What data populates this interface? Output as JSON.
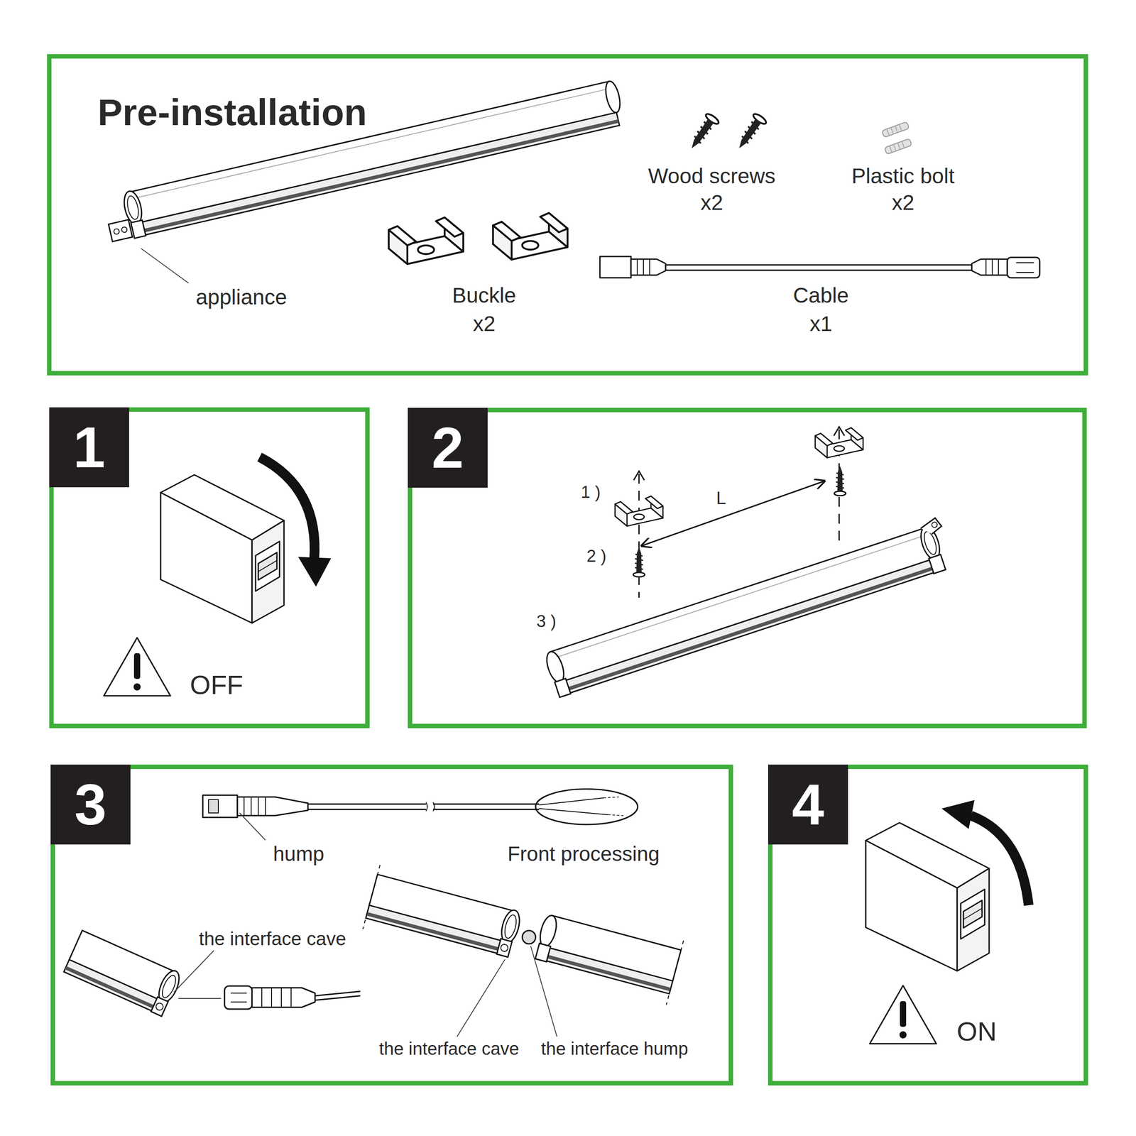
{
  "diagram": {
    "nodes": [
      {
        "text": [
          "Pre-installation",
          "appliance",
          "Buckle",
          "x2",
          "Wood screws",
          "x2",
          "Plastic bolt",
          "x2",
          "Cable",
          "x1"
        ]
      },
      {
        "text": [
          "OFF"
        ]
      },
      {
        "text": [
          "1"
        ],
        "in": 1
      },
      {
        "text": [
          "1 )",
          "2 )",
          "3 )",
          "L"
        ]
      },
      {
        "text": [
          "2"
        ],
        "in": 3
      },
      {
        "text": [
          "hump",
          "Front processing",
          "the interface cave",
          "the interface cave",
          "the interface hump"
        ]
      },
      {
        "text": [
          "3"
        ],
        "in": 5
      },
      {
        "text": [
          "ON"
        ]
      },
      {
        "text": [
          "4"
        ],
        "in": 7
      }
    ]
  }
}
